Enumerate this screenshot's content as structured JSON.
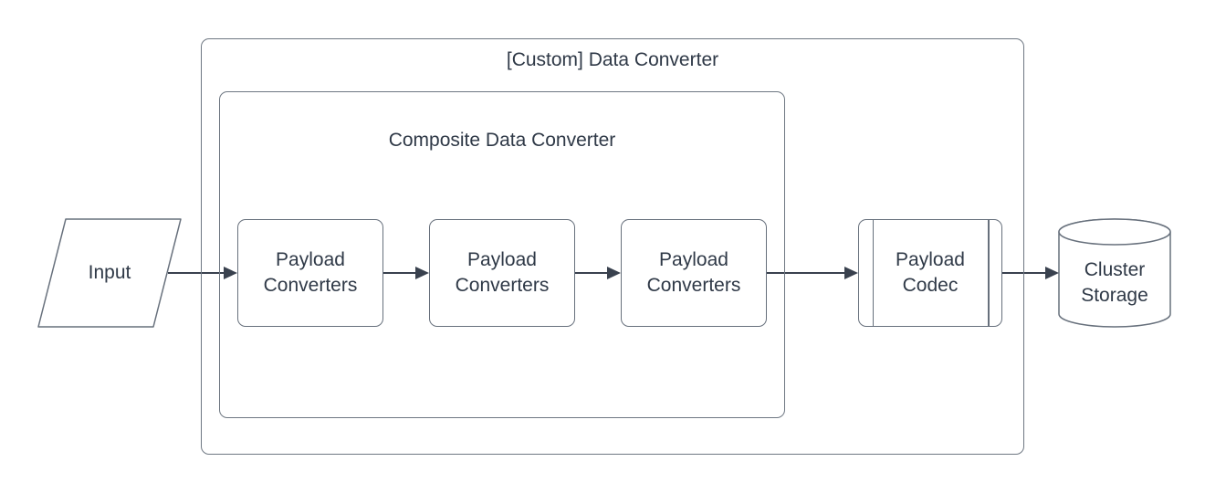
{
  "diagram": {
    "outer_container": {
      "title": "[Custom] Data Converter"
    },
    "inner_container": {
      "title": "Composite Data Converter"
    },
    "nodes": [
      {
        "id": "input",
        "shape": "parallelogram",
        "label": "Input"
      },
      {
        "id": "payload-converters-1",
        "shape": "rounded-rect",
        "label": "Payload Converters"
      },
      {
        "id": "payload-converters-2",
        "shape": "rounded-rect",
        "label": "Payload Converters"
      },
      {
        "id": "payload-converters-3",
        "shape": "rounded-rect",
        "label": "Payload Converters"
      },
      {
        "id": "payload-codec",
        "shape": "predefined-process",
        "label": "Payload Codec"
      },
      {
        "id": "cluster-storage",
        "shape": "cylinder",
        "label": "Cluster Storage"
      }
    ],
    "colors": {
      "background": "#ffffff",
      "shape_stroke": "#67707c",
      "container_stroke": "#6e7782",
      "arrow": "#39414e",
      "text": "#2f3947"
    }
  }
}
